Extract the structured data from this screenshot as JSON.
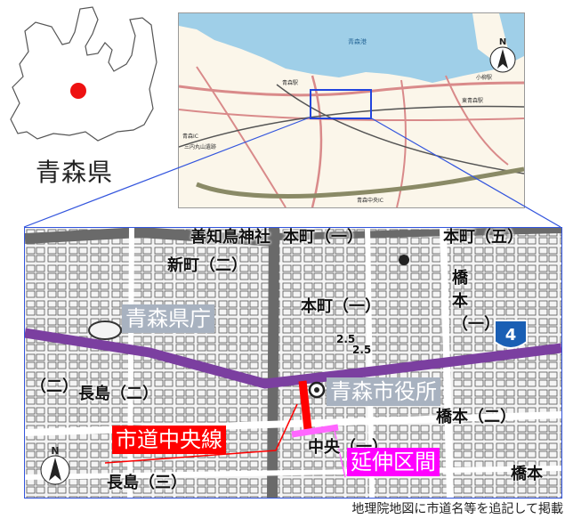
{
  "prefecture_label": "青森県",
  "labels": {
    "prefectural_office": "青森県庁",
    "city_hall": "青森市役所",
    "road_name": "市道中央線",
    "extension": "延伸区間"
  },
  "caption": "地理院地図に市道名等を追記して掲載",
  "route_shield": "4",
  "detail_map_text": {
    "shrine": "善知鳥神社",
    "honcho_top": "本町（一）",
    "honcho_five": "本町（五）",
    "shinmachi": "新町（二）",
    "honcho_one": "本町（一）",
    "hashimoto_one": "橋本（一）",
    "nagashima_two": "長島（二）",
    "two_left": "（二）",
    "hashimoto_two": "橋本（二）",
    "chuo_one": "中央（一）",
    "nagashima_three": "長島（三）",
    "hashimoto_bottom": "橋本",
    "elev_1": "2.5",
    "elev_2": "2.5"
  },
  "overview_text": {
    "bay": "青森港",
    "station": "青森駅",
    "east_station": "東青森駅",
    "ic": "青森IC",
    "chuo_ic": "青森中央IC",
    "sanpai": "三内丸山遺跡",
    "kotsu": "小柳駅"
  },
  "north_label": "N",
  "colors": {
    "frame_blue": "#3355dd",
    "road_red": "#ff0000",
    "extension_magenta": "#ff00ff",
    "national_route_purple": "#7b3fa0",
    "label_gray": "#a8b2c0",
    "sea_blue": "#9fcfe8",
    "marker_red": "#ee1111"
  }
}
